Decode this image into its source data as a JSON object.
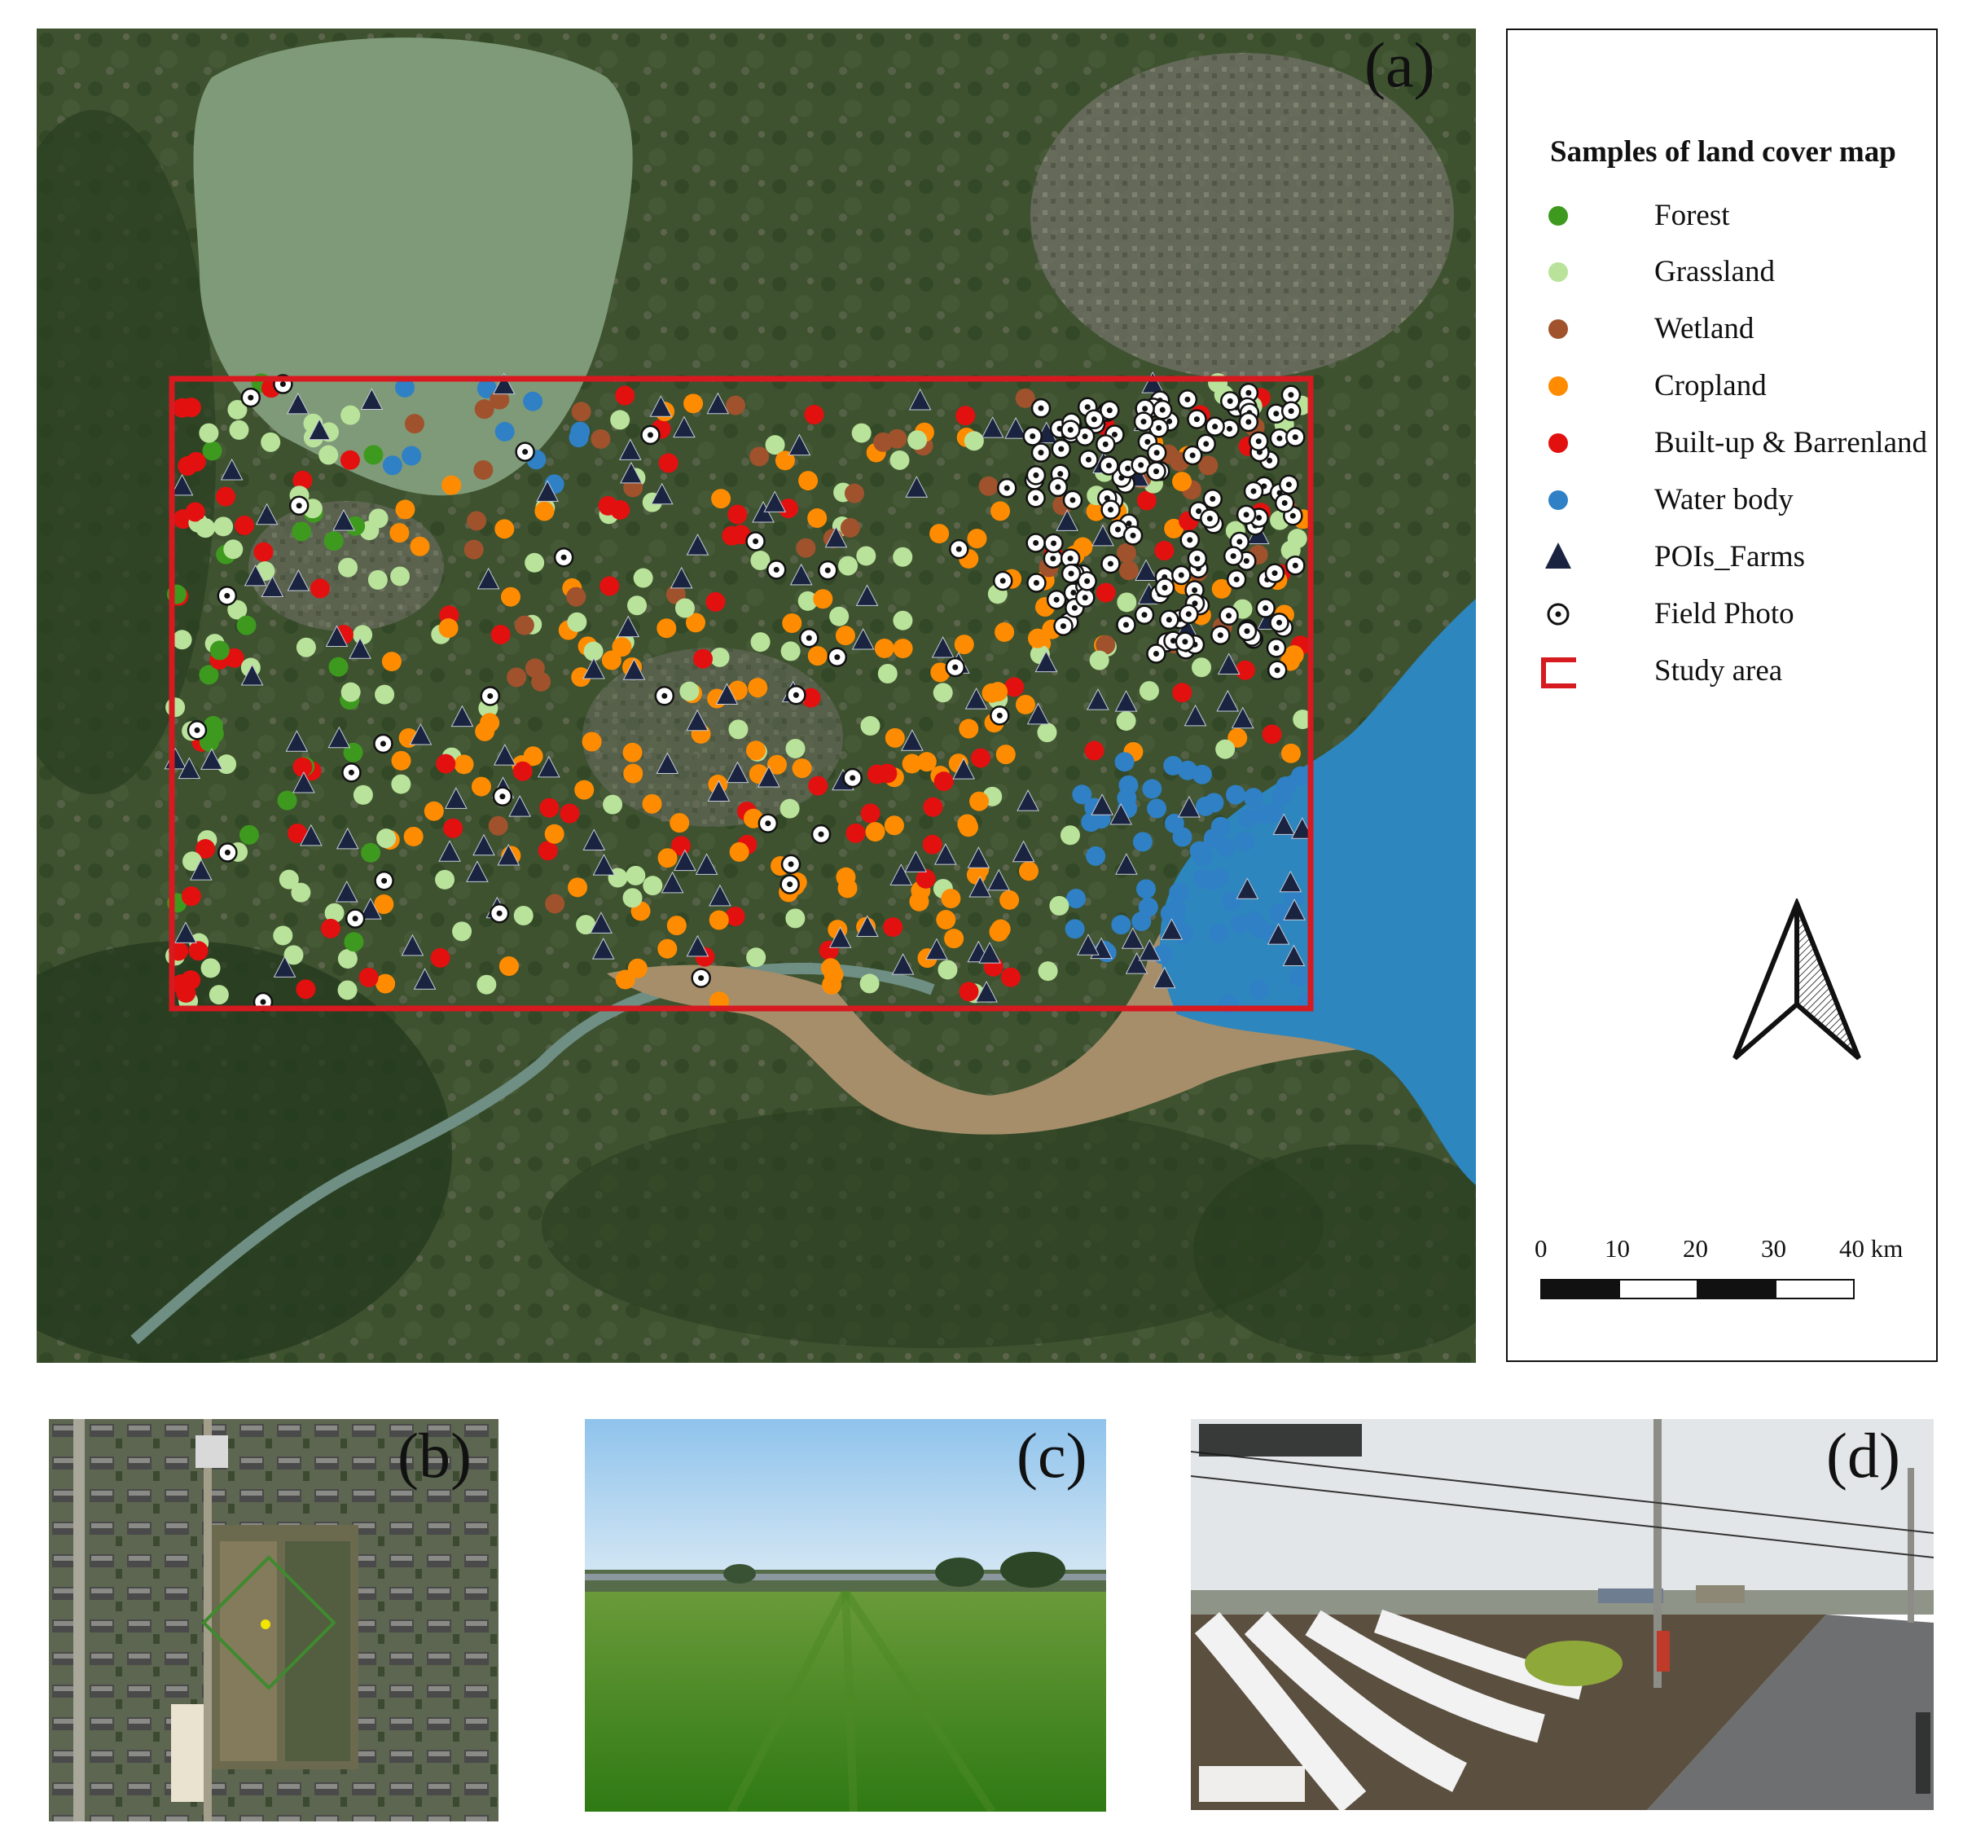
{
  "panels": {
    "a": {
      "label": "(a)"
    },
    "b": {
      "label": "(b)"
    },
    "c": {
      "label": "(c)"
    },
    "d": {
      "label": "(d)"
    }
  },
  "legend": {
    "title": "Samples of land cover map",
    "items": [
      {
        "label": "Forest",
        "symbol": "circle",
        "color": "#3d9a1f"
      },
      {
        "label": "Grassland",
        "symbol": "circle",
        "color": "#b9e29a"
      },
      {
        "label": "Wetland",
        "symbol": "circle",
        "color": "#a0522d"
      },
      {
        "label": "Cropland",
        "symbol": "circle",
        "color": "#ff8c00"
      },
      {
        "label": "Built-up & Barrenland",
        "symbol": "circle",
        "color": "#e31010"
      },
      {
        "label": "Water body",
        "symbol": "circle",
        "color": "#2f80c5"
      },
      {
        "label": "POIs_Farms",
        "symbol": "triangle",
        "color": "#1a2340"
      },
      {
        "label": "Field Photo",
        "symbol": "dotted-circle",
        "color": "#111111"
      },
      {
        "label": "Study area",
        "symbol": "rectangle",
        "color": "#d71920"
      }
    ]
  },
  "scale_bar": {
    "ticks": [
      "0",
      "10",
      "20",
      "30",
      "40 km"
    ]
  },
  "map": {
    "study_area_color": "#d71920",
    "background_color": "#3e5230",
    "lake_color": "#7f9a78",
    "estuary_color": "#a68e6a",
    "sea_color": "#2d86be"
  }
}
